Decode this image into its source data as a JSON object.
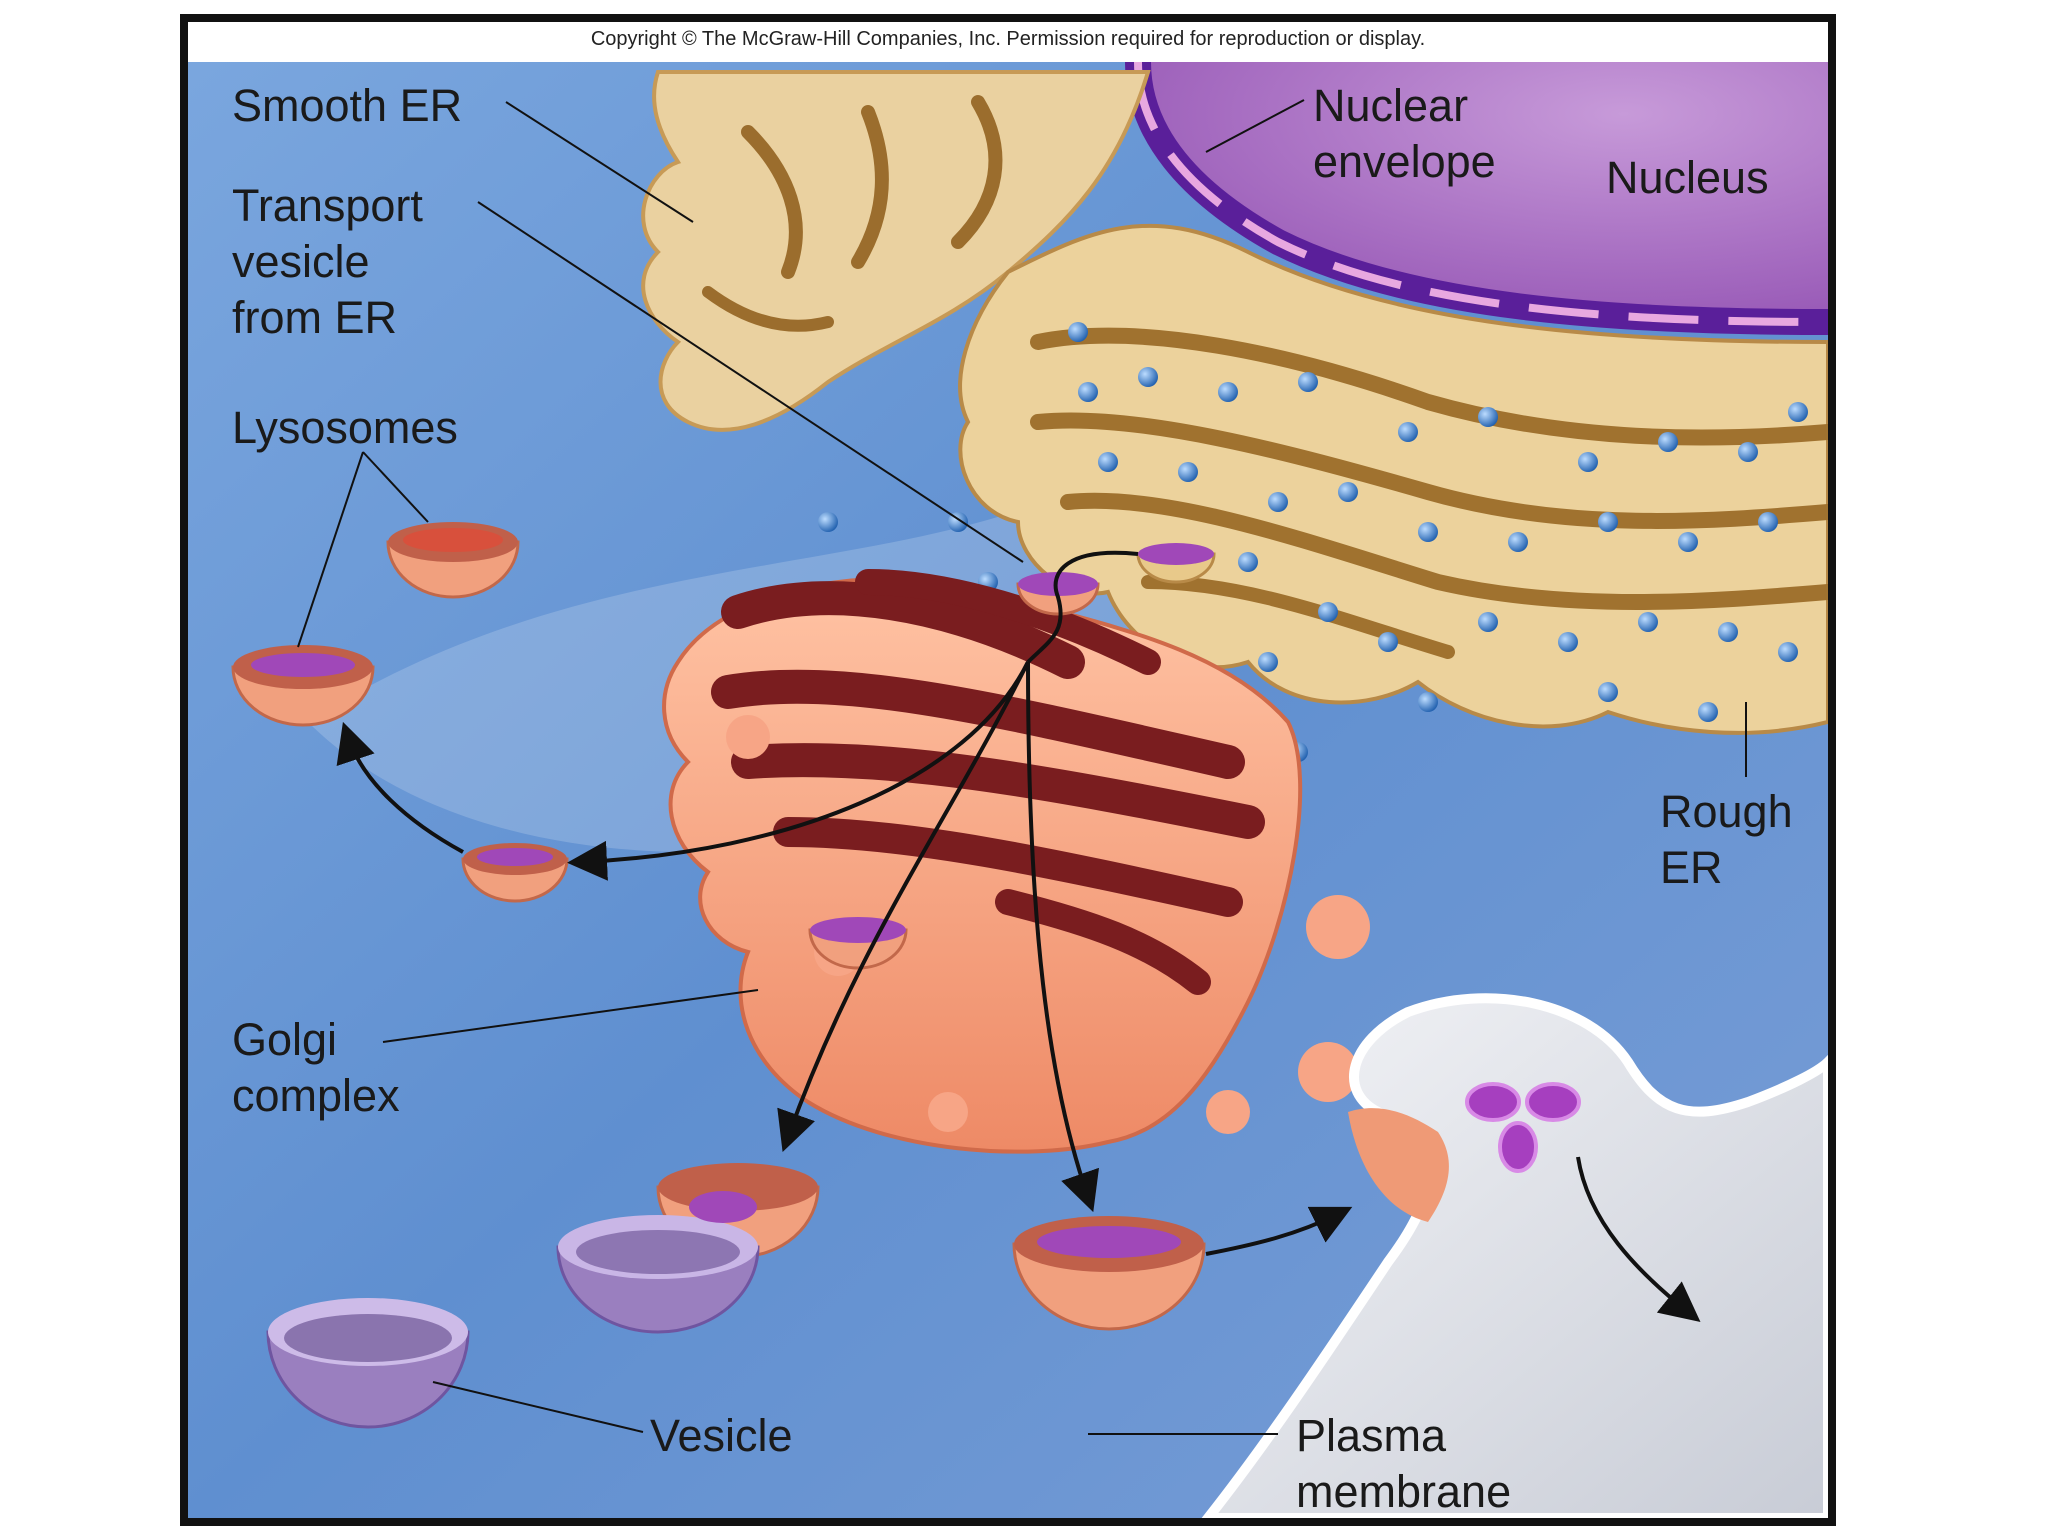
{
  "copyright": "Copyright © The McGraw-Hill Companies, Inc. Permission required for reproduction or display.",
  "labels": {
    "smooth_er": "Smooth ER",
    "transport_vesicle": "Transport\nvesicle\nfrom ER",
    "lysosomes": "Lysosomes",
    "golgi_complex": "Golgi\ncomplex",
    "vesicle": "Vesicle",
    "nuclear_envelope": "Nuclear\nenvelope",
    "nucleus": "Nucleus",
    "rough_er": "Rough\nER",
    "plasma_membrane": "Plasma\nmembrane"
  },
  "colors": {
    "cytoplasm": "#5f8fd0",
    "er": "#e8c98a",
    "nucleus": "#a86bc4",
    "golgi": "#f0a080",
    "golgi_lumen": "#7a1d1f",
    "vesicle_orange": "#f2a582",
    "vesicle_purple": "#9a7fbf",
    "membrane": "#d7dbe4",
    "ribosome": "#3a78c0"
  }
}
